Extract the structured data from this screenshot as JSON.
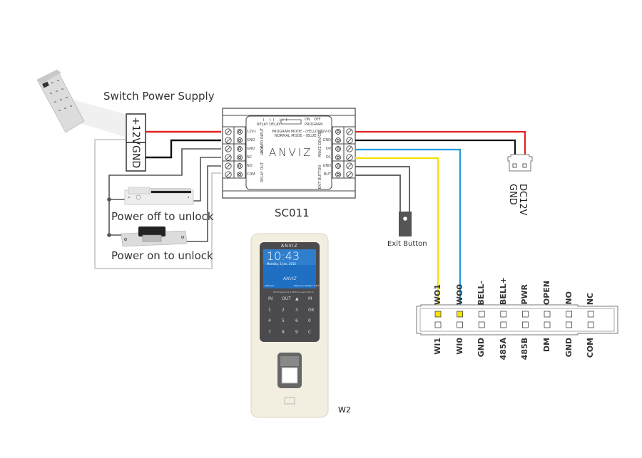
{
  "diagram": {
    "title": "SC011 / W2 wiring diagram",
    "colors": {
      "power_positive": "#e02020",
      "ground": "#111111",
      "data0": "#1f9be0",
      "data1": "#f5e000",
      "signal": "#555555",
      "aux": "#bbbbbb"
    },
    "power_supply": {
      "label": "Switch Power Supply",
      "terminals": [
        "+12V",
        "GND"
      ]
    },
    "controller": {
      "model": "SC011",
      "brand": "ANVIZ",
      "relay_delay_label": "RELAY DELAY",
      "relay_delay_marks": [
        "I",
        "II",
        "III"
      ],
      "program_switch": {
        "on": "ON",
        "off": "OFF",
        "label": "PROGRAM"
      },
      "mode_lines": [
        "PROGRAM MODE - (YELLOW)",
        "NORMAL MODE - (BLUE)"
      ],
      "left_terminals": [
        "12V-I",
        "GND",
        "GND",
        "NC",
        "NO",
        "COM"
      ],
      "left_groups": [
        "POWER INPUT",
        "LOCK",
        "RELAY OUT"
      ],
      "right_terminals": [
        "12V-O",
        "GND",
        "D0",
        "D1",
        "GND",
        "BUT"
      ],
      "right_groups": [
        "ANVIZ DEVICE",
        "EXIT BUTTON"
      ]
    },
    "locks": [
      {
        "label": "Power off to unlock"
      },
      {
        "label": "Power on to unlock"
      }
    ],
    "exit_button": {
      "label": "Exit Button"
    },
    "dc_connector": {
      "labels": [
        "DC12V",
        "GND"
      ]
    },
    "reader": {
      "model": "W2",
      "brand": "ANVIZ",
      "time": "10:43",
      "date": "Monday, 1 Jan, 2015",
      "screen_brand": "ANVIZ",
      "status_left": "Status/In",
      "status_right": "Press your finger / Card",
      "subtitle": "W2 Fingerprint & RFID Access Control",
      "keys": [
        [
          "IN",
          "OUT",
          "▲",
          "M"
        ],
        [
          "1",
          "2",
          "3",
          "OK"
        ],
        [
          "4",
          "5",
          "6",
          "0"
        ],
        [
          "7",
          "8",
          "9",
          "C"
        ]
      ]
    },
    "header_connector": {
      "top_pins": [
        "WO1",
        "WO0",
        "BELL-",
        "BELL+",
        "PWR",
        "OPEN",
        "NO",
        "NC"
      ],
      "bottom_pins": [
        "WI1",
        "WI0",
        "GND",
        "485A",
        "485B",
        "DM",
        "GND",
        "COM"
      ],
      "highlighted_pins": [
        "WO1",
        "WO0"
      ]
    }
  }
}
